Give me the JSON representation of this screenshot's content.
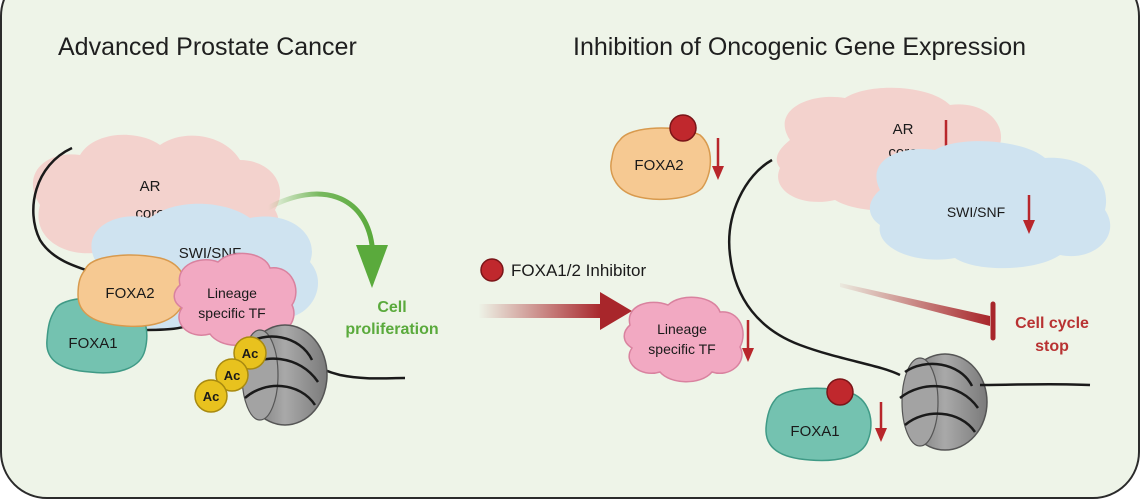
{
  "left_panel": {
    "title": "Advanced Prostate Cancer",
    "ar_core": [
      "AR",
      "core"
    ],
    "swi_snf": "SWI/SNF",
    "foxa2": "FOXA2",
    "foxa1": "FOXA1",
    "lineage_tf": [
      "Lineage",
      "specific TF"
    ],
    "acetyl_marks": [
      "Ac",
      "Ac",
      "Ac"
    ],
    "outcome": [
      "Cell",
      "proliferation"
    ]
  },
  "middle": {
    "inhibitor_label": "FOXA1/2 Inhibitor"
  },
  "right_panel": {
    "title": "Inhibition of Oncogenic Gene Expression",
    "ar_core": [
      "AR",
      "core"
    ],
    "swi_snf": "SWI/SNF",
    "foxa2": "FOXA2",
    "foxa1": "FOXA1",
    "lineage_tf": [
      "Lineage",
      "specific TF"
    ],
    "outcome": [
      "Cell cycle",
      "stop"
    ]
  },
  "colors": {
    "background": "#eef4e8",
    "ar_core": "#f3d2cd",
    "swi_snf": "#cfe3f0",
    "foxa2": "#f6c992",
    "foxa1": "#74c2b0",
    "lineage_tf": "#f2a9c2",
    "acetyl": "#e8c21e",
    "nucleosome": "#8e8e8e",
    "inhibitor": "#c0282d",
    "proliferation_arrow": "#5aaa3c",
    "down_arrow": "#b8262b"
  }
}
